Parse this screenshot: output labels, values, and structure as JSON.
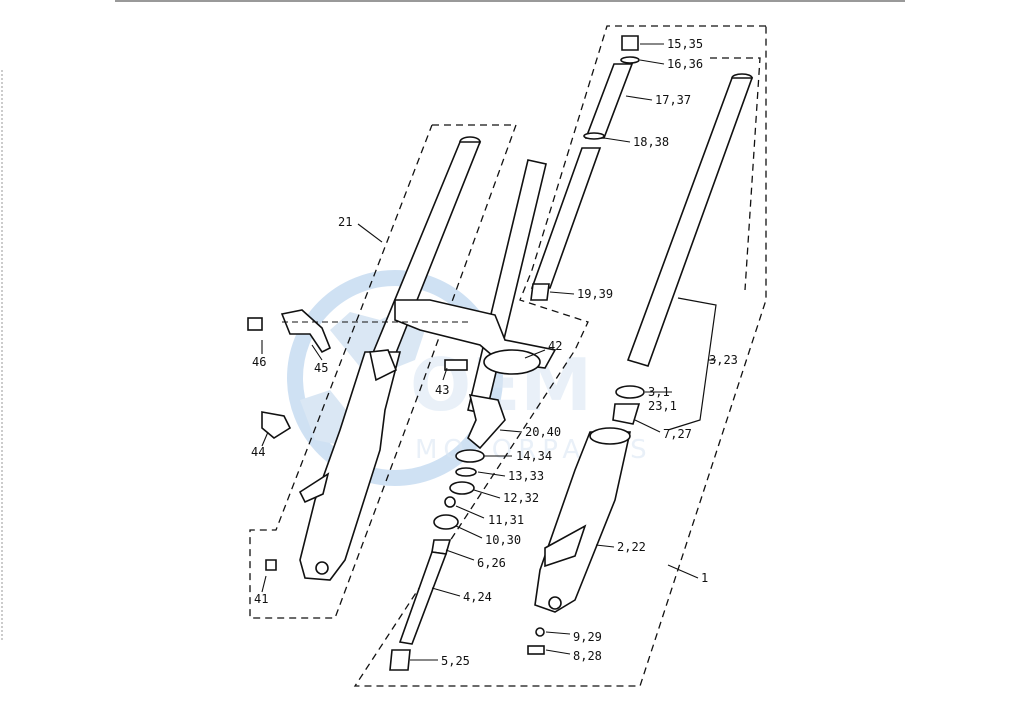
{
  "watermark": {
    "top": "OEM",
    "bottom": "MOTORPARTS",
    "color": "#9fc2e6"
  },
  "callouts": {
    "c1": "15,35",
    "c2": "16,36",
    "c3": "17,37",
    "c4": "18,38",
    "c5": "19,39",
    "c6": "21",
    "c7": "3,23",
    "c8": "3,1",
    "c9": "23,1",
    "c10": "7,27",
    "c11": "42",
    "c12": "46",
    "c13": "45",
    "c14": "43",
    "c15": "44",
    "c16": "20,40",
    "c17": "14,34",
    "c18": "13,33",
    "c19": "12,32",
    "c20": "11,31",
    "c21": "10,30",
    "c22": "6,26",
    "c23": "2,22",
    "c24": "1",
    "c25": "4,24",
    "c26": "41",
    "c27": "9,29",
    "c28": "8,28",
    "c29": "5,25"
  }
}
